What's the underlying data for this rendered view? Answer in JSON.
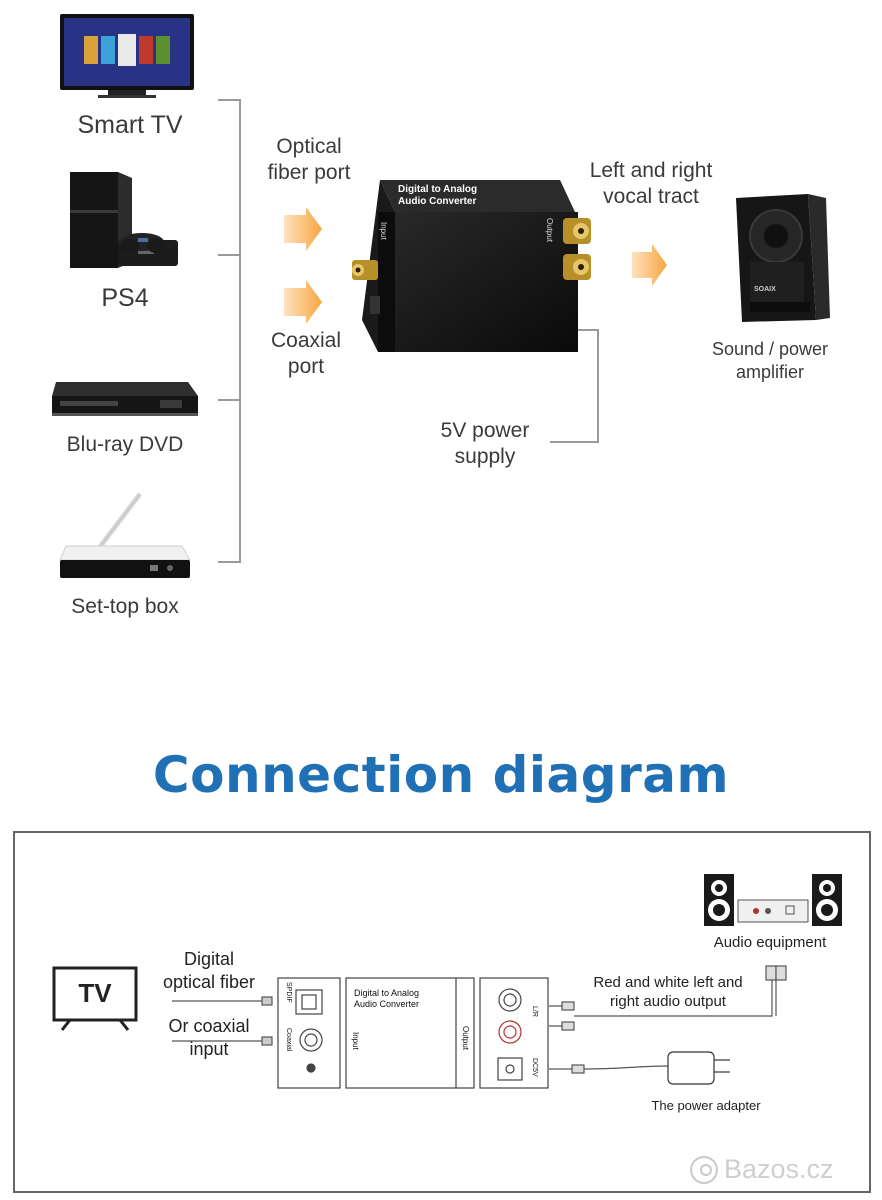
{
  "top": {
    "sources": [
      "Smart TV",
      "PS4",
      "Blu-ray DVD",
      "Set-top box"
    ],
    "ports": {
      "optical": "Optical\nfiber port",
      "coaxial": "Coaxial\nport"
    },
    "converter": {
      "title": "Digital to Analog\nAudio Converter",
      "input": "Input",
      "output": "Output"
    },
    "output_label": "Left and right\nvocal tract",
    "speaker": {
      "brand": "SOAIX",
      "label": "Sound / power\namplifier"
    },
    "power": "5V power\nsupply"
  },
  "title": "Connection diagram",
  "bottom": {
    "tv": "TV",
    "in_optical": "Digital\noptical fiber",
    "in_coaxial": "Or coaxial\ninput",
    "spdif": "SPDIF",
    "coaxial": "Coaxial",
    "converter": "Digital to Analog\nAudio Converter",
    "input": "Input",
    "output": "Output",
    "lr": "L/R",
    "dc": "DC5V",
    "audio_equipment": "Audio equipment",
    "rw_output": "Red and white left and\nright audio output",
    "power_adapter": "The power adapter"
  },
  "watermark": "Bazos.cz",
  "colors": {
    "accent": "#1f70b5",
    "arrow": "#f7a541",
    "bracket": "#9a9a9a"
  }
}
